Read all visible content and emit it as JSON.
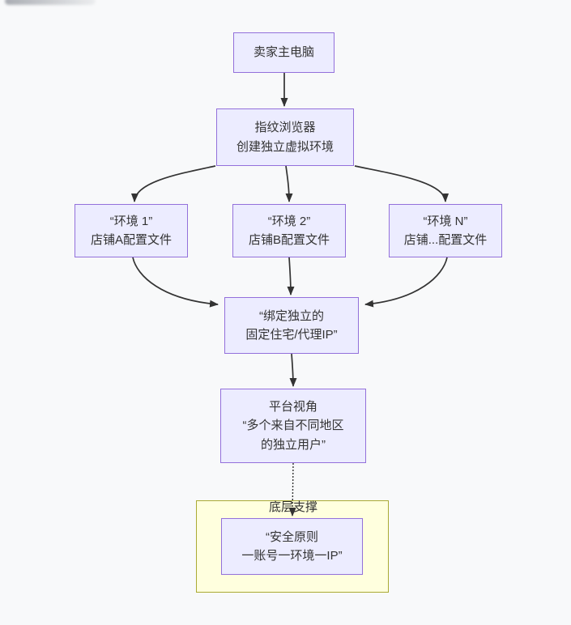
{
  "diagram": {
    "type": "flowchart",
    "nodes": {
      "seller": {
        "lines": [
          "卖家主电脑"
        ]
      },
      "browser": {
        "lines": [
          "指纹浏览器",
          "创建独立虚拟环境"
        ]
      },
      "env1": {
        "lines": [
          "“环境 1”",
          "店铺A配置文件"
        ]
      },
      "env2": {
        "lines": [
          "“环境 2”",
          "店铺B配置文件"
        ]
      },
      "envN": {
        "lines": [
          "“环境 N”",
          "店铺...配置文件"
        ]
      },
      "bind_ip": {
        "lines": [
          "“绑定独立的",
          "固定住宅/代理IP”"
        ]
      },
      "platform": {
        "lines": [
          "平台视角",
          "“多个来自不同地区",
          "的独立用户”"
        ]
      },
      "principle": {
        "lines": [
          "“安全原则",
          "一账号一环境一IP”"
        ]
      }
    },
    "edge_label": "底层支撑",
    "edges": [
      {
        "from": "seller",
        "to": "browser",
        "style": "solid"
      },
      {
        "from": "browser",
        "to": "env1",
        "style": "solid"
      },
      {
        "from": "browser",
        "to": "env2",
        "style": "solid"
      },
      {
        "from": "browser",
        "to": "envN",
        "style": "solid"
      },
      {
        "from": "env1",
        "to": "bind_ip",
        "style": "solid"
      },
      {
        "from": "env2",
        "to": "bind_ip",
        "style": "solid"
      },
      {
        "from": "envN",
        "to": "bind_ip",
        "style": "solid"
      },
      {
        "from": "bind_ip",
        "to": "platform",
        "style": "solid"
      },
      {
        "from": "platform",
        "to": "principle",
        "style": "dotted",
        "label": "底层支撑"
      }
    ],
    "colors": {
      "node_fill": "#ECECFF",
      "node_border": "#9370DB",
      "cluster_fill": "#FFFFDE",
      "cluster_border": "#AAAA33",
      "edge": "#333333",
      "text": "#333333",
      "background": "#F8F9FA"
    }
  }
}
